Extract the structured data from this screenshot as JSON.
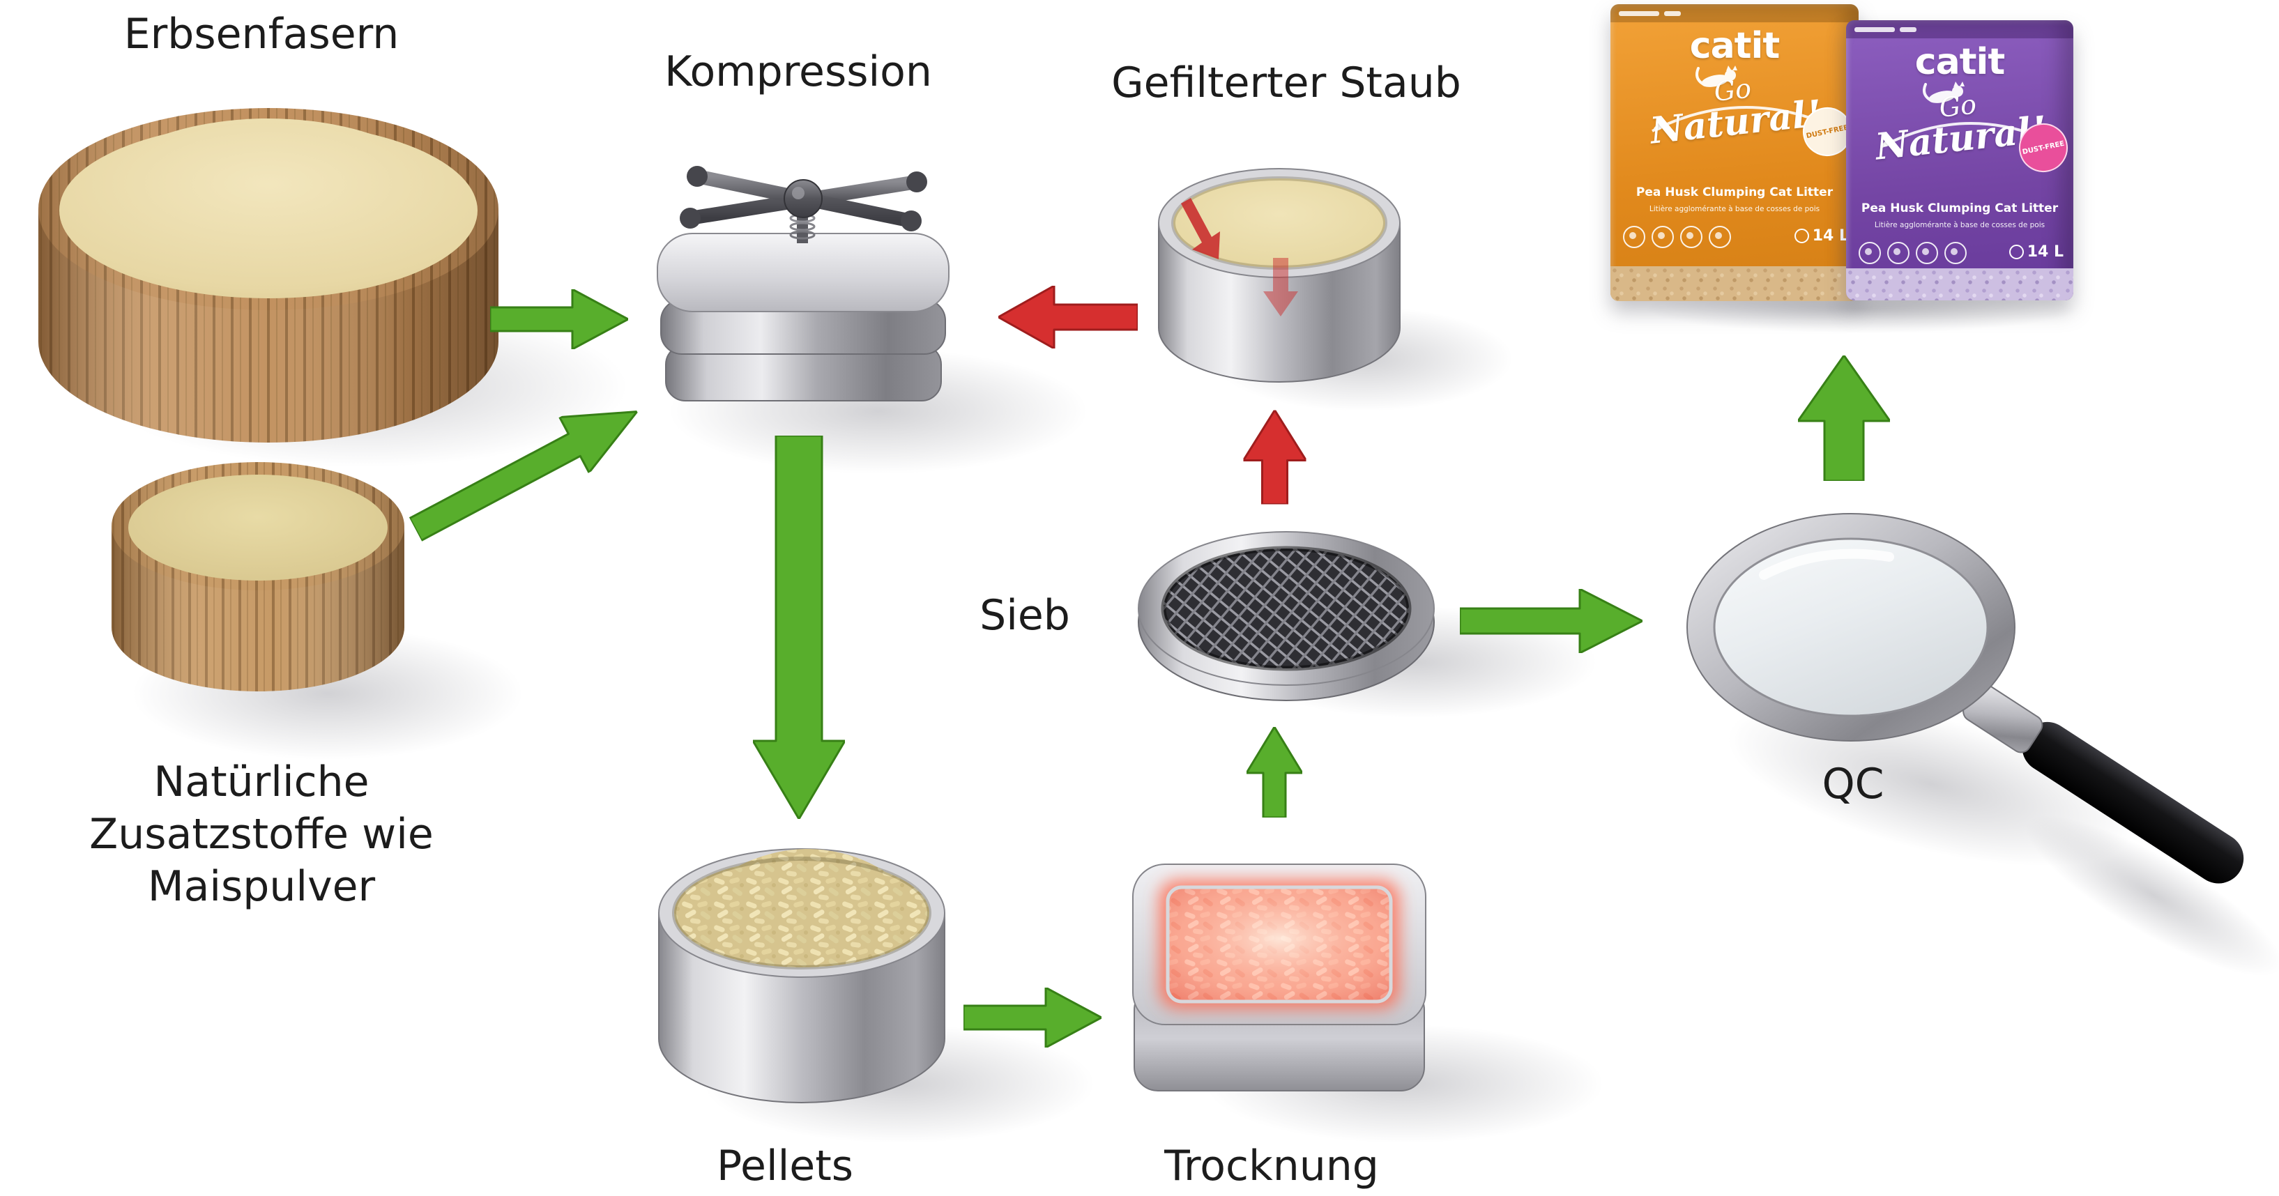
{
  "colors": {
    "background": "#ffffff",
    "arrow_green": "#58ae2c",
    "arrow_red": "#d62f2f",
    "label_text": "#1c1c1c",
    "box_orange": "#e8941f",
    "box_purple": "#7a4ca8"
  },
  "labels": {
    "pea_fibers": "Erbsenfasern",
    "compression": "Kompression",
    "filtered_dust": "Gefilterter Staub",
    "additives_line1": "Natürliche",
    "additives_line2": "Zusatzstoffe wie",
    "additives_line3": "Maispulver",
    "sieve": "Sieb",
    "pellets": "Pellets",
    "drying": "Trocknung",
    "qc": "QC"
  },
  "product_box": {
    "brand": "catit",
    "script_line1": "Go",
    "script_line2": "Natural!",
    "badge": "DUST-FREE",
    "name_en": "Pea Husk Clumping Cat Litter",
    "name_fr": "Litière agglomérante à base de cosses de pois",
    "volume": "14 L"
  }
}
